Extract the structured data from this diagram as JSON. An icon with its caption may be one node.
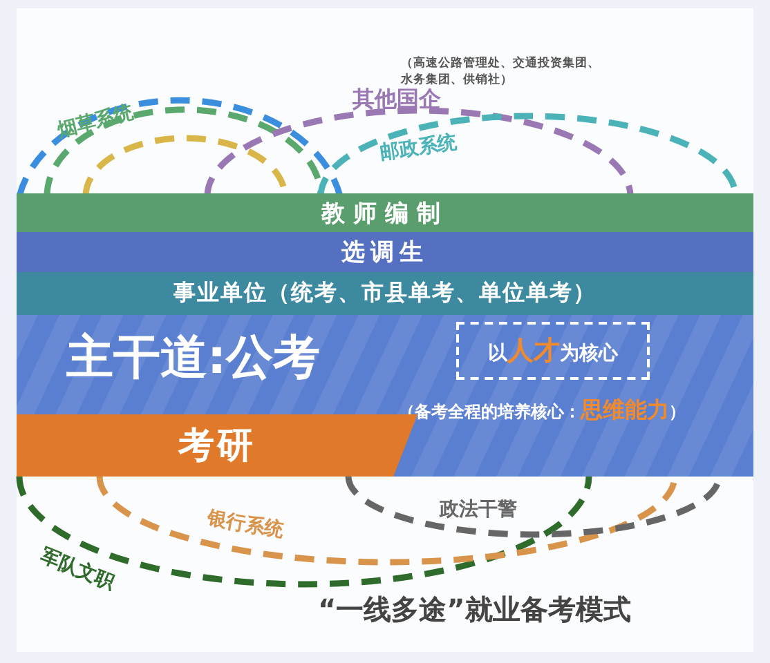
{
  "diagram": {
    "caption": "“一线多途”就业备考模式",
    "nodes": [
      {
        "text": [
          "教师编制"
        ]
      },
      {
        "text": [
          "选调生"
        ]
      },
      {
        "text": [
          "事业单位（统考、市县单考、单位单考）"
        ]
      },
      {
        "text": [
          "主干道:公考",
          "（备考全程的培养核心：**思维能力**）"
        ]
      },
      {
        "text": [
          "以**人才**为核心"
        ],
        "in": 3
      },
      {
        "text": [
          "考研"
        ],
        "in": 3
      }
    ],
    "labels": [
      "其他国企",
      "（高速公路管理处、交通投资集团、水务集团、供销社）",
      "烟草系统",
      "邮政系统",
      "银行系统",
      "政法干警",
      "军队文职"
    ]
  }
}
